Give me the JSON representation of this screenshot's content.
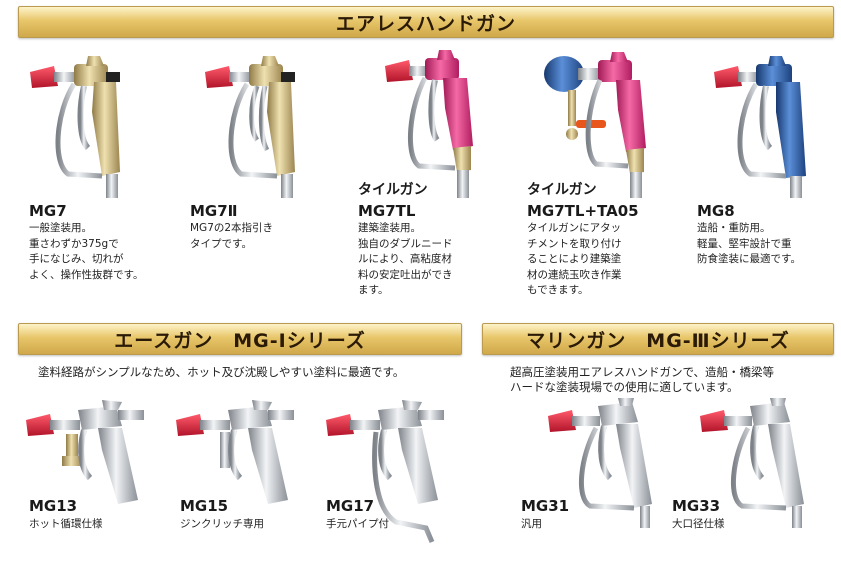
{
  "sections": {
    "airless": {
      "title": "エアレスハンドガン",
      "products": [
        {
          "model": "MG7",
          "subtitle": "",
          "desc": "一般塗装用。\n重さわずか375gで\n手になじみ、切れが\nよく、操作性抜群です。"
        },
        {
          "model": "MG7Ⅱ",
          "subtitle": "",
          "desc": "MG7の2本指引き\nタイプです。"
        },
        {
          "model": "MG7TL",
          "subtitle": "タイルガン",
          "desc": "建築塗装用。\n独自のダブルニード\nルにより、高粘度材\n料の安定吐出ができ\nます。"
        },
        {
          "model": "MG7TL+TA05",
          "subtitle": "タイルガン",
          "desc": "タイルガンにアタッ\nチメントを取り付け\nることにより建築塗\n材の連続玉吹き作業\nもできます。"
        },
        {
          "model": "MG8",
          "subtitle": "",
          "desc": "造船・重防用。\n軽量、堅牢設計で重\n防食塗装に最適です。"
        }
      ]
    },
    "ace": {
      "title": "エースガン　MG-Ⅰシリーズ",
      "note": "塗料経路がシンプルなため、ホット及び沈殿しやすい塗料に最適です。",
      "products": [
        {
          "model": "MG13",
          "desc": "ホット循環仕様"
        },
        {
          "model": "MG15",
          "desc": "ジンクリッチ専用"
        },
        {
          "model": "MG17",
          "desc": "手元パイプ付"
        }
      ]
    },
    "marine": {
      "title": "マリンガン　MG-Ⅲシリーズ",
      "note": "超高圧塗装用エアレスハンドガンで、造船・橋梁等\nハードな塗装現場での使用に適しています。",
      "products": [
        {
          "model": "MG31",
          "desc": "汎用"
        },
        {
          "model": "MG33",
          "desc": "大口径仕様"
        }
      ]
    }
  },
  "colors": {
    "banner_gold": "#e8c66a",
    "trigger_red": "#d8203a",
    "body_gold": "#c9b27a",
    "body_pink": "#d8307a",
    "body_blue": "#2f5ea8",
    "metal_silver": "#c8ccd2"
  }
}
